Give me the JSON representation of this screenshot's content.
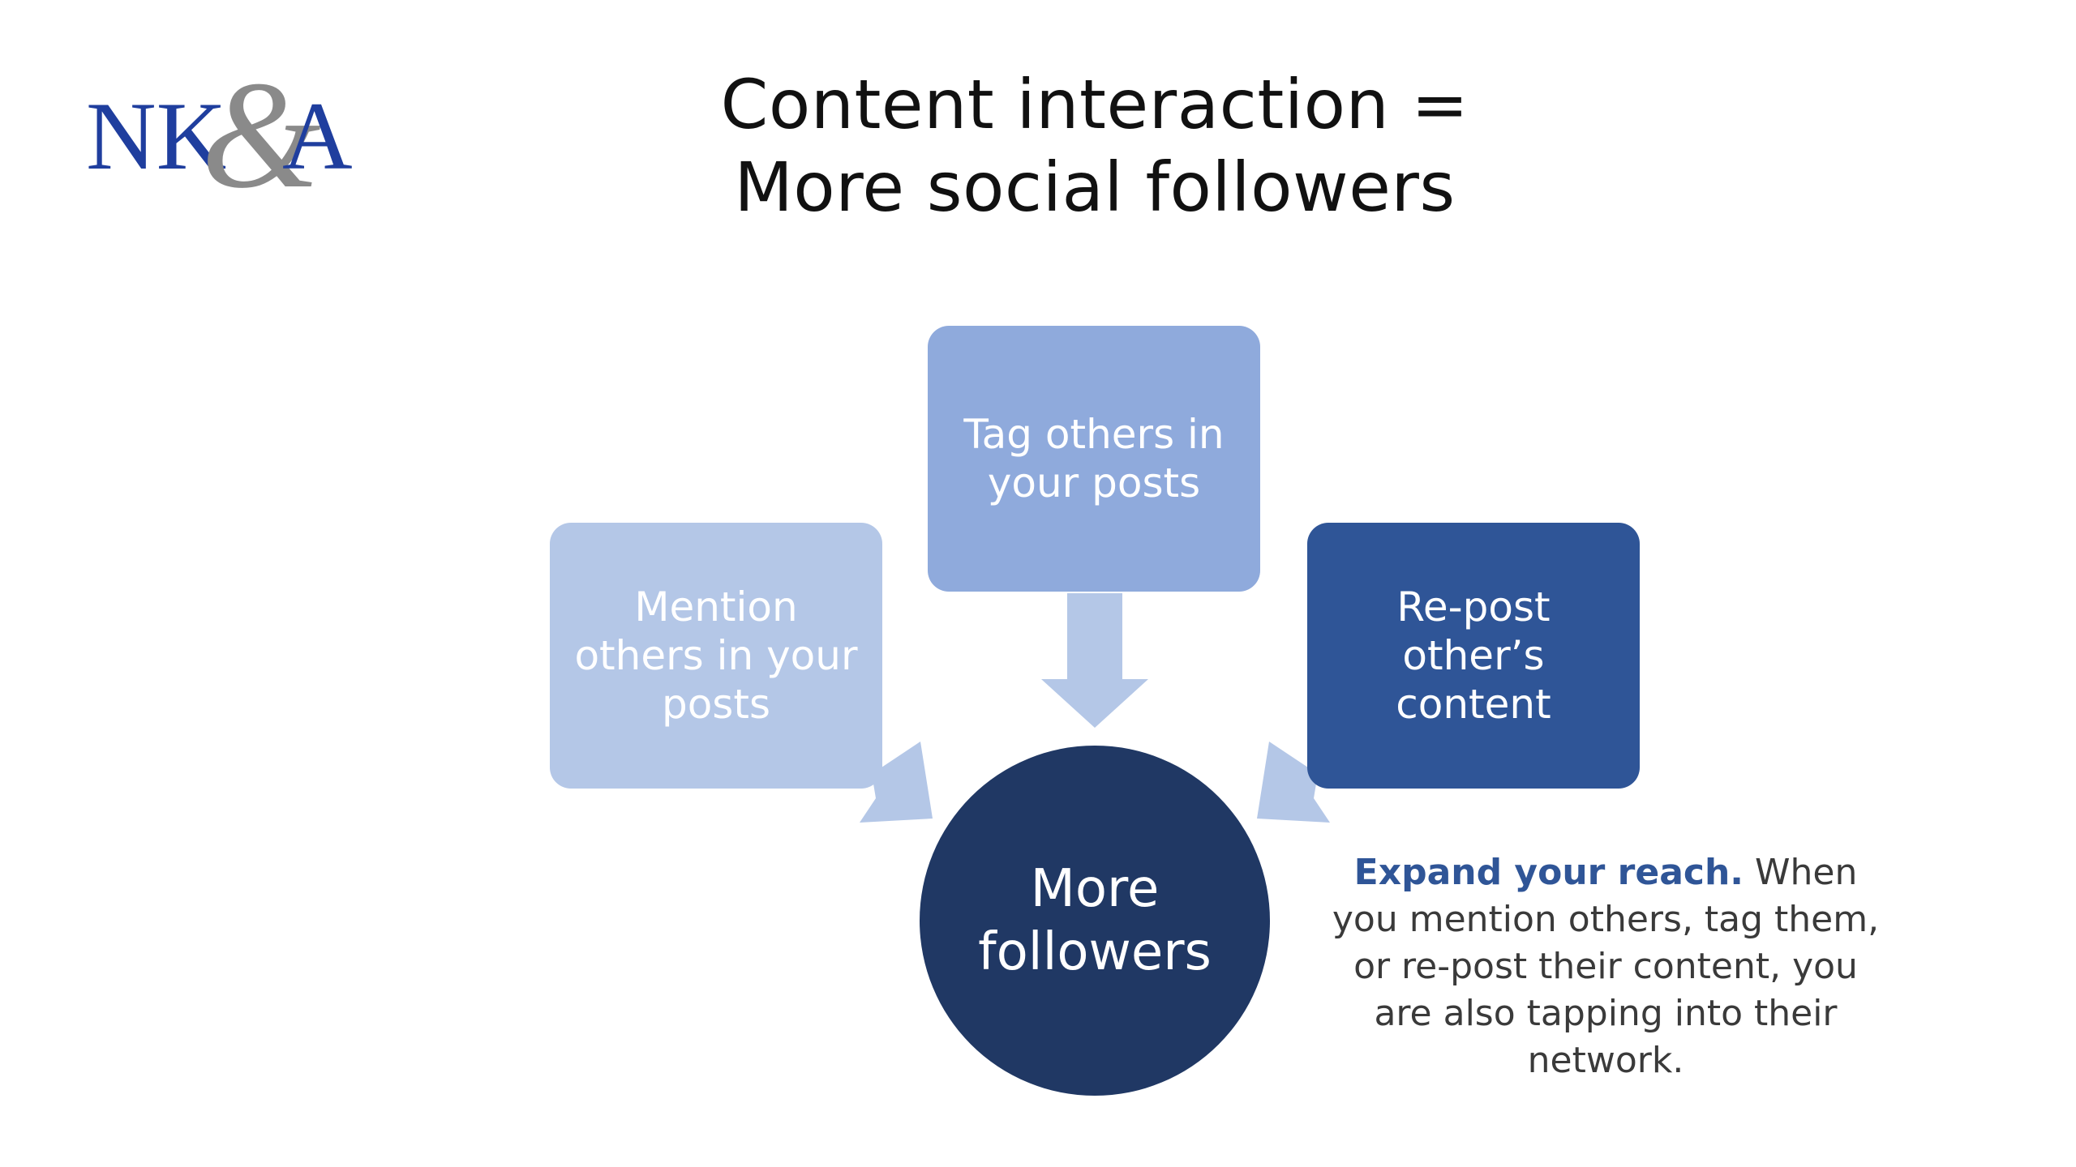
{
  "slide": {
    "title_line1": "Content interaction =",
    "title_line2": "More social followers",
    "logo": {
      "text_nk": "NK",
      "text_amp": "&",
      "text_a": "A",
      "primary_color": "#1f3e9e",
      "accent_color": "#8a8a8a"
    }
  },
  "diagram": {
    "boxes": [
      {
        "label": "Mention others in your posts",
        "color": "#b4c7e7"
      },
      {
        "label": "Tag others in your posts",
        "color": "#8faadc"
      },
      {
        "label": "Re-post other’s content",
        "color": "#2f5597"
      }
    ],
    "center_label": "More followers",
    "center_color": "#203864",
    "arrow_color": "#b4c7e7"
  },
  "caption": {
    "lead": "Expand your reach.",
    "body": " When you mention others, tag them, or re-post their content, you are also tapping into their network."
  }
}
